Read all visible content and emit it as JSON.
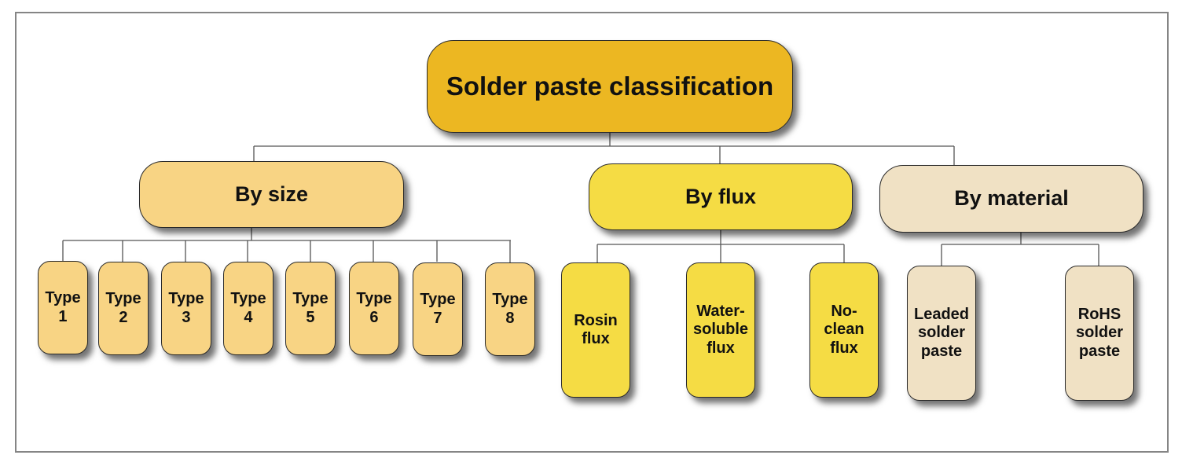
{
  "diagram": {
    "title": "Solder paste classification",
    "colors": {
      "root": "#ecb722",
      "by_size": "#f8d484",
      "by_flux": "#f5dc44",
      "by_material": "#f0e1c4",
      "border": "#2a2a2a",
      "connector": "#555555",
      "frame": "#858585"
    },
    "categories": [
      {
        "label": "By size",
        "children": [
          "Type\n1",
          "Type\n2",
          "Type\n3",
          "Type\n4",
          "Type\n5",
          "Type\n6",
          "Type\n7",
          "Type\n8"
        ]
      },
      {
        "label": "By flux",
        "children": [
          "Rosin\nflux",
          "Water-\nsoluble\nflux",
          "No-\nclean\nflux"
        ]
      },
      {
        "label": "By material",
        "children": [
          "Leaded\nsolder\npaste",
          "RoHS\nsolder\npaste"
        ]
      }
    ]
  }
}
